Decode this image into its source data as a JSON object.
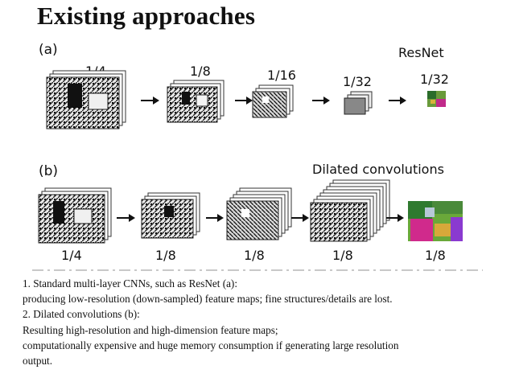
{
  "title": "Existing approaches",
  "panel_a": {
    "label": "(a)",
    "network_name": "ResNet",
    "scales": [
      "1/4",
      "1/8",
      "1/16",
      "1/32",
      "1/32"
    ]
  },
  "panel_b": {
    "label": "(b)",
    "network_name": "Dilated convolutions",
    "scales": [
      "1/4",
      "1/8",
      "1/8",
      "1/8",
      "1/8"
    ]
  },
  "notes": [
    "1. Standard multi-layer CNNs, such as ResNet (a):",
    "producing low-resolution (down-sampled) feature maps; fine structures/details are lost.",
    "2. Dilated convolutions (b):",
    "Resulting high-resolution and high-dimension feature maps;",
    "computationally expensive and huge memory consumption if generating large resolution",
    "output."
  ]
}
